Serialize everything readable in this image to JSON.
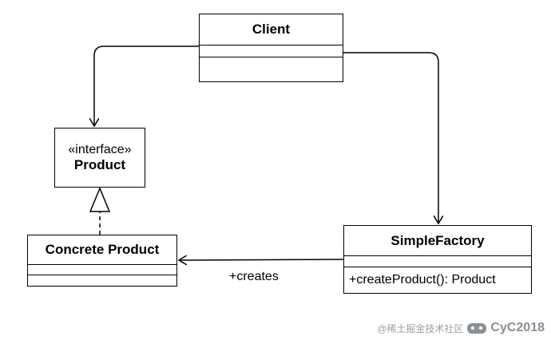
{
  "diagram": {
    "classes": {
      "client": {
        "name": "Client"
      },
      "product": {
        "stereotype": "«interface»",
        "name": "Product"
      },
      "concrete_product": {
        "name": "Concrete Product"
      },
      "simple_factory": {
        "name": "SimpleFactory",
        "operation": "+createProduct(): Product"
      }
    },
    "edges": {
      "creates_label": "+creates"
    }
  },
  "watermark": {
    "caption": "@稀土掘金技术社区",
    "handle": "CyC2018"
  }
}
